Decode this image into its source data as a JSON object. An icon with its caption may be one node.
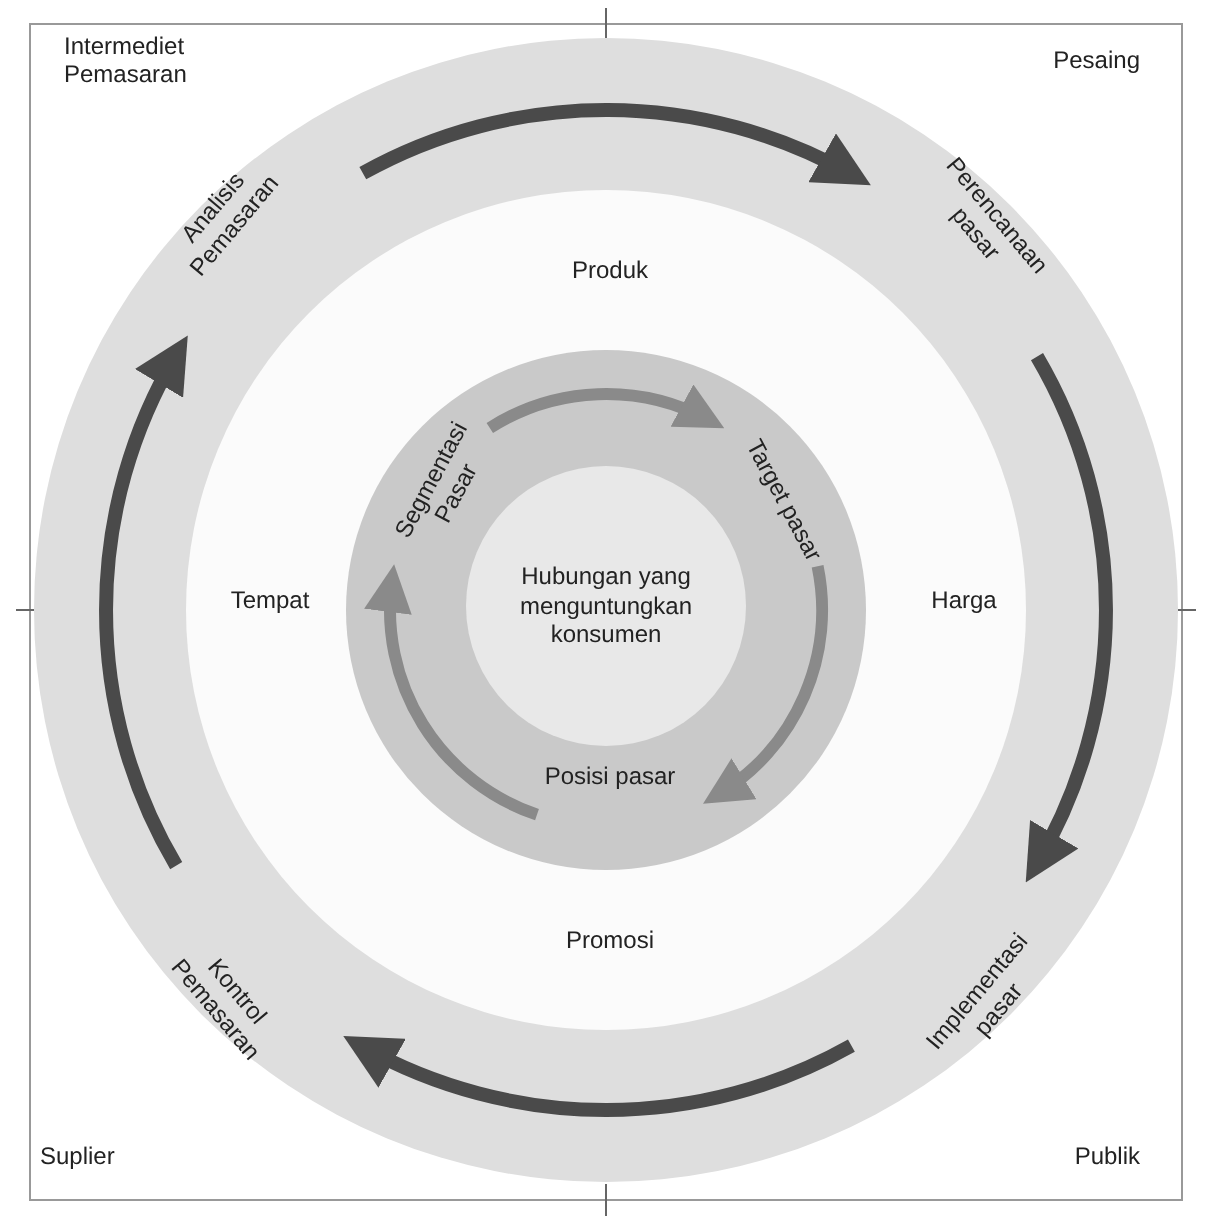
{
  "diagram": {
    "nodes": [
      {
        "text": [
          "Analisis Pemasaran"
        ]
      },
      {
        "text": [
          "Perencanaan pasar"
        ]
      },
      {
        "text": [
          "Implementasi pasar"
        ]
      },
      {
        "text": [
          "Kontrol Pemasaran"
        ]
      },
      {
        "text": [
          "Segmentasi Pasar"
        ]
      },
      {
        "text": [
          "Target pasar"
        ]
      },
      {
        "text": [
          "Posisi pasar"
        ]
      },
      {
        "text": [
          "Hubungan yang menguntungkan konsumen"
        ]
      }
    ],
    "edges": [
      {
        "from": 0,
        "to": 1,
        "arrow": "to"
      },
      {
        "from": 1,
        "to": 2,
        "arrow": "to"
      },
      {
        "from": 2,
        "to": 3,
        "arrow": "to"
      },
      {
        "from": 3,
        "to": 0,
        "arrow": "to"
      },
      {
        "from": 4,
        "to": 5,
        "arrow": "to"
      },
      {
        "from": 5,
        "to": 6,
        "arrow": "to"
      },
      {
        "from": 6,
        "to": 4,
        "arrow": "to"
      }
    ],
    "labels": [
      "Intermediet Pemasaran",
      "Pesaing",
      "Produk",
      "Tempat",
      "Harga",
      "Promosi",
      "Suplier",
      "Publik"
    ]
  }
}
